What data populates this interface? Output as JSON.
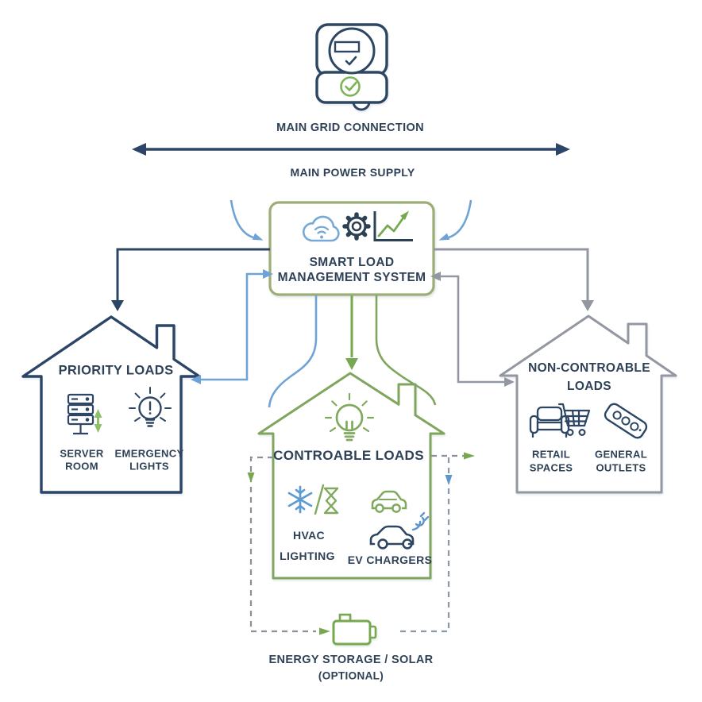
{
  "grid": {
    "connection_label": "MAIN GRID CONNECTION",
    "power_supply_label": "MAIN POWER SUPPLY",
    "icon": "smart-meter"
  },
  "smart_system": {
    "title_line1": "SMART LOAD",
    "title_line2": "MANAGEMENT SYSTEM",
    "icons": [
      "cloud-wifi-icon",
      "gear-icon",
      "growth-chart-icon"
    ]
  },
  "priority_loads": {
    "title": "PRIORITY LOADS",
    "item1_line1": "SERVER",
    "item1_line2": "ROOM",
    "item2_line1": "EMERGENCY",
    "item2_line2": "LIGHTS",
    "icons": [
      "server-rack-icon",
      "emergency-bulb-icon"
    ]
  },
  "controllable_loads": {
    "title": "CONTROABLE LOADS",
    "item1": "HVAC",
    "item2": "LIGHTING",
    "item3": "EV CHARGERS",
    "icons": [
      "bulb-icon",
      "snowflake-icon",
      "hourglass-icon",
      "car-icon",
      "ev-car-charger-icon"
    ]
  },
  "non_controllable_loads": {
    "title_line1": "NON-CONTROABLE",
    "title_line2": "LOADS",
    "item1_line1": "RETAIL",
    "item1_line2": "SPACES",
    "item2_line1": "GENERAL",
    "item2_line2": "OUTLETS",
    "icons": [
      "sofa-icon",
      "shopping-cart-icon",
      "power-strip-icon"
    ]
  },
  "energy_storage": {
    "label_line1": "ENERGY STORAGE / SOLAR",
    "label_line2": "(OPTIONAL)",
    "icon": "battery-icon"
  },
  "colors": {
    "navy": "#2d4566",
    "light_blue": "#6fa3d8",
    "house_green": "#7fa55e",
    "box_green": "#9cad77",
    "bright_green": "#76a94f",
    "gray": "#9297a1",
    "dash_gray": "#8a9099",
    "text": "#2e4156",
    "background": "#ffffff"
  }
}
